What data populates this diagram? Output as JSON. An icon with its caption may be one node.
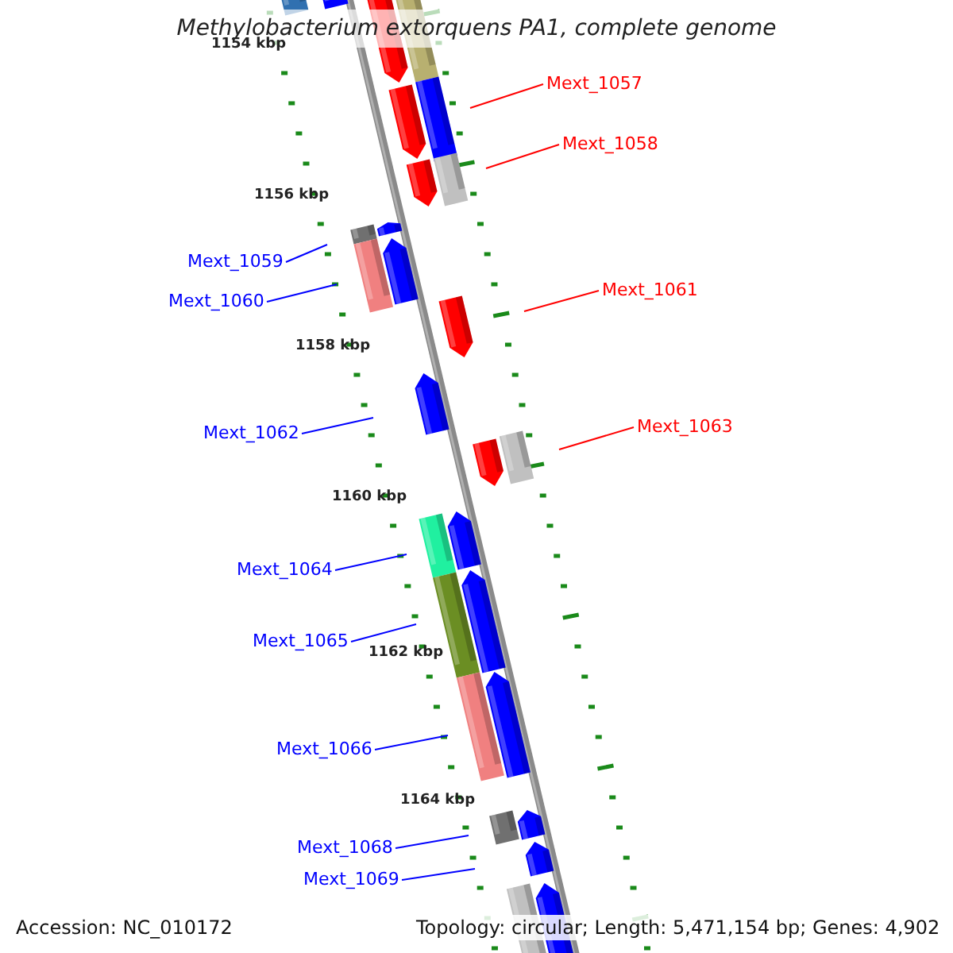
{
  "diagram": {
    "title": "Methylobacterium extorquens PA1, complete genome",
    "nodes": [
      {
        "text": [
          "Mext_1057"
        ]
      },
      {
        "text": [
          "Mext_1058"
        ]
      },
      {
        "text": [
          "Mext_1059"
        ]
      },
      {
        "text": [
          "Mext_1060"
        ]
      },
      {
        "text": [
          "Mext_1061"
        ]
      },
      {
        "text": [
          "Mext_1062"
        ]
      },
      {
        "text": [
          "Mext_1063"
        ]
      },
      {
        "text": [
          "Mext_1064"
        ]
      },
      {
        "text": [
          "Mext_1065"
        ]
      },
      {
        "text": [
          "Mext_1066"
        ]
      },
      {
        "text": [
          "Mext_1068"
        ]
      },
      {
        "text": [
          "Mext_1069"
        ]
      }
    ],
    "edges": [
      {
        "from": 0,
        "to": null,
        "arrow": "none",
        "color": "#ff0000"
      },
      {
        "from": 1,
        "to": null,
        "arrow": "none",
        "color": "#ff0000"
      },
      {
        "from": 2,
        "to": null,
        "arrow": "none"
      },
      {
        "from": 3,
        "to": null,
        "arrow": "none"
      },
      {
        "from": 4,
        "to": null,
        "arrow": "none",
        "color": "#ff0000"
      },
      {
        "from": 5,
        "to": null,
        "arrow": "none"
      },
      {
        "from": 6,
        "to": null,
        "arrow": "none",
        "color": "#ff0000"
      },
      {
        "from": 7,
        "to": null,
        "arrow": "none"
      },
      {
        "from": 8,
        "to": null,
        "arrow": "none"
      },
      {
        "from": 9,
        "to": null,
        "arrow": "none"
      },
      {
        "from": 10,
        "to": null,
        "arrow": "none"
      },
      {
        "from": 11,
        "to": null,
        "arrow": "none"
      }
    ],
    "labels": [
      "1154 kbp",
      "1156 kbp",
      "1158 kbp",
      "1160 kbp",
      "1162 kbp",
      "1164 kbp",
      "Accession: NC_010172",
      "Topology: circular; Length: 5,471,154 bp; Genes: 4,902"
    ]
  }
}
